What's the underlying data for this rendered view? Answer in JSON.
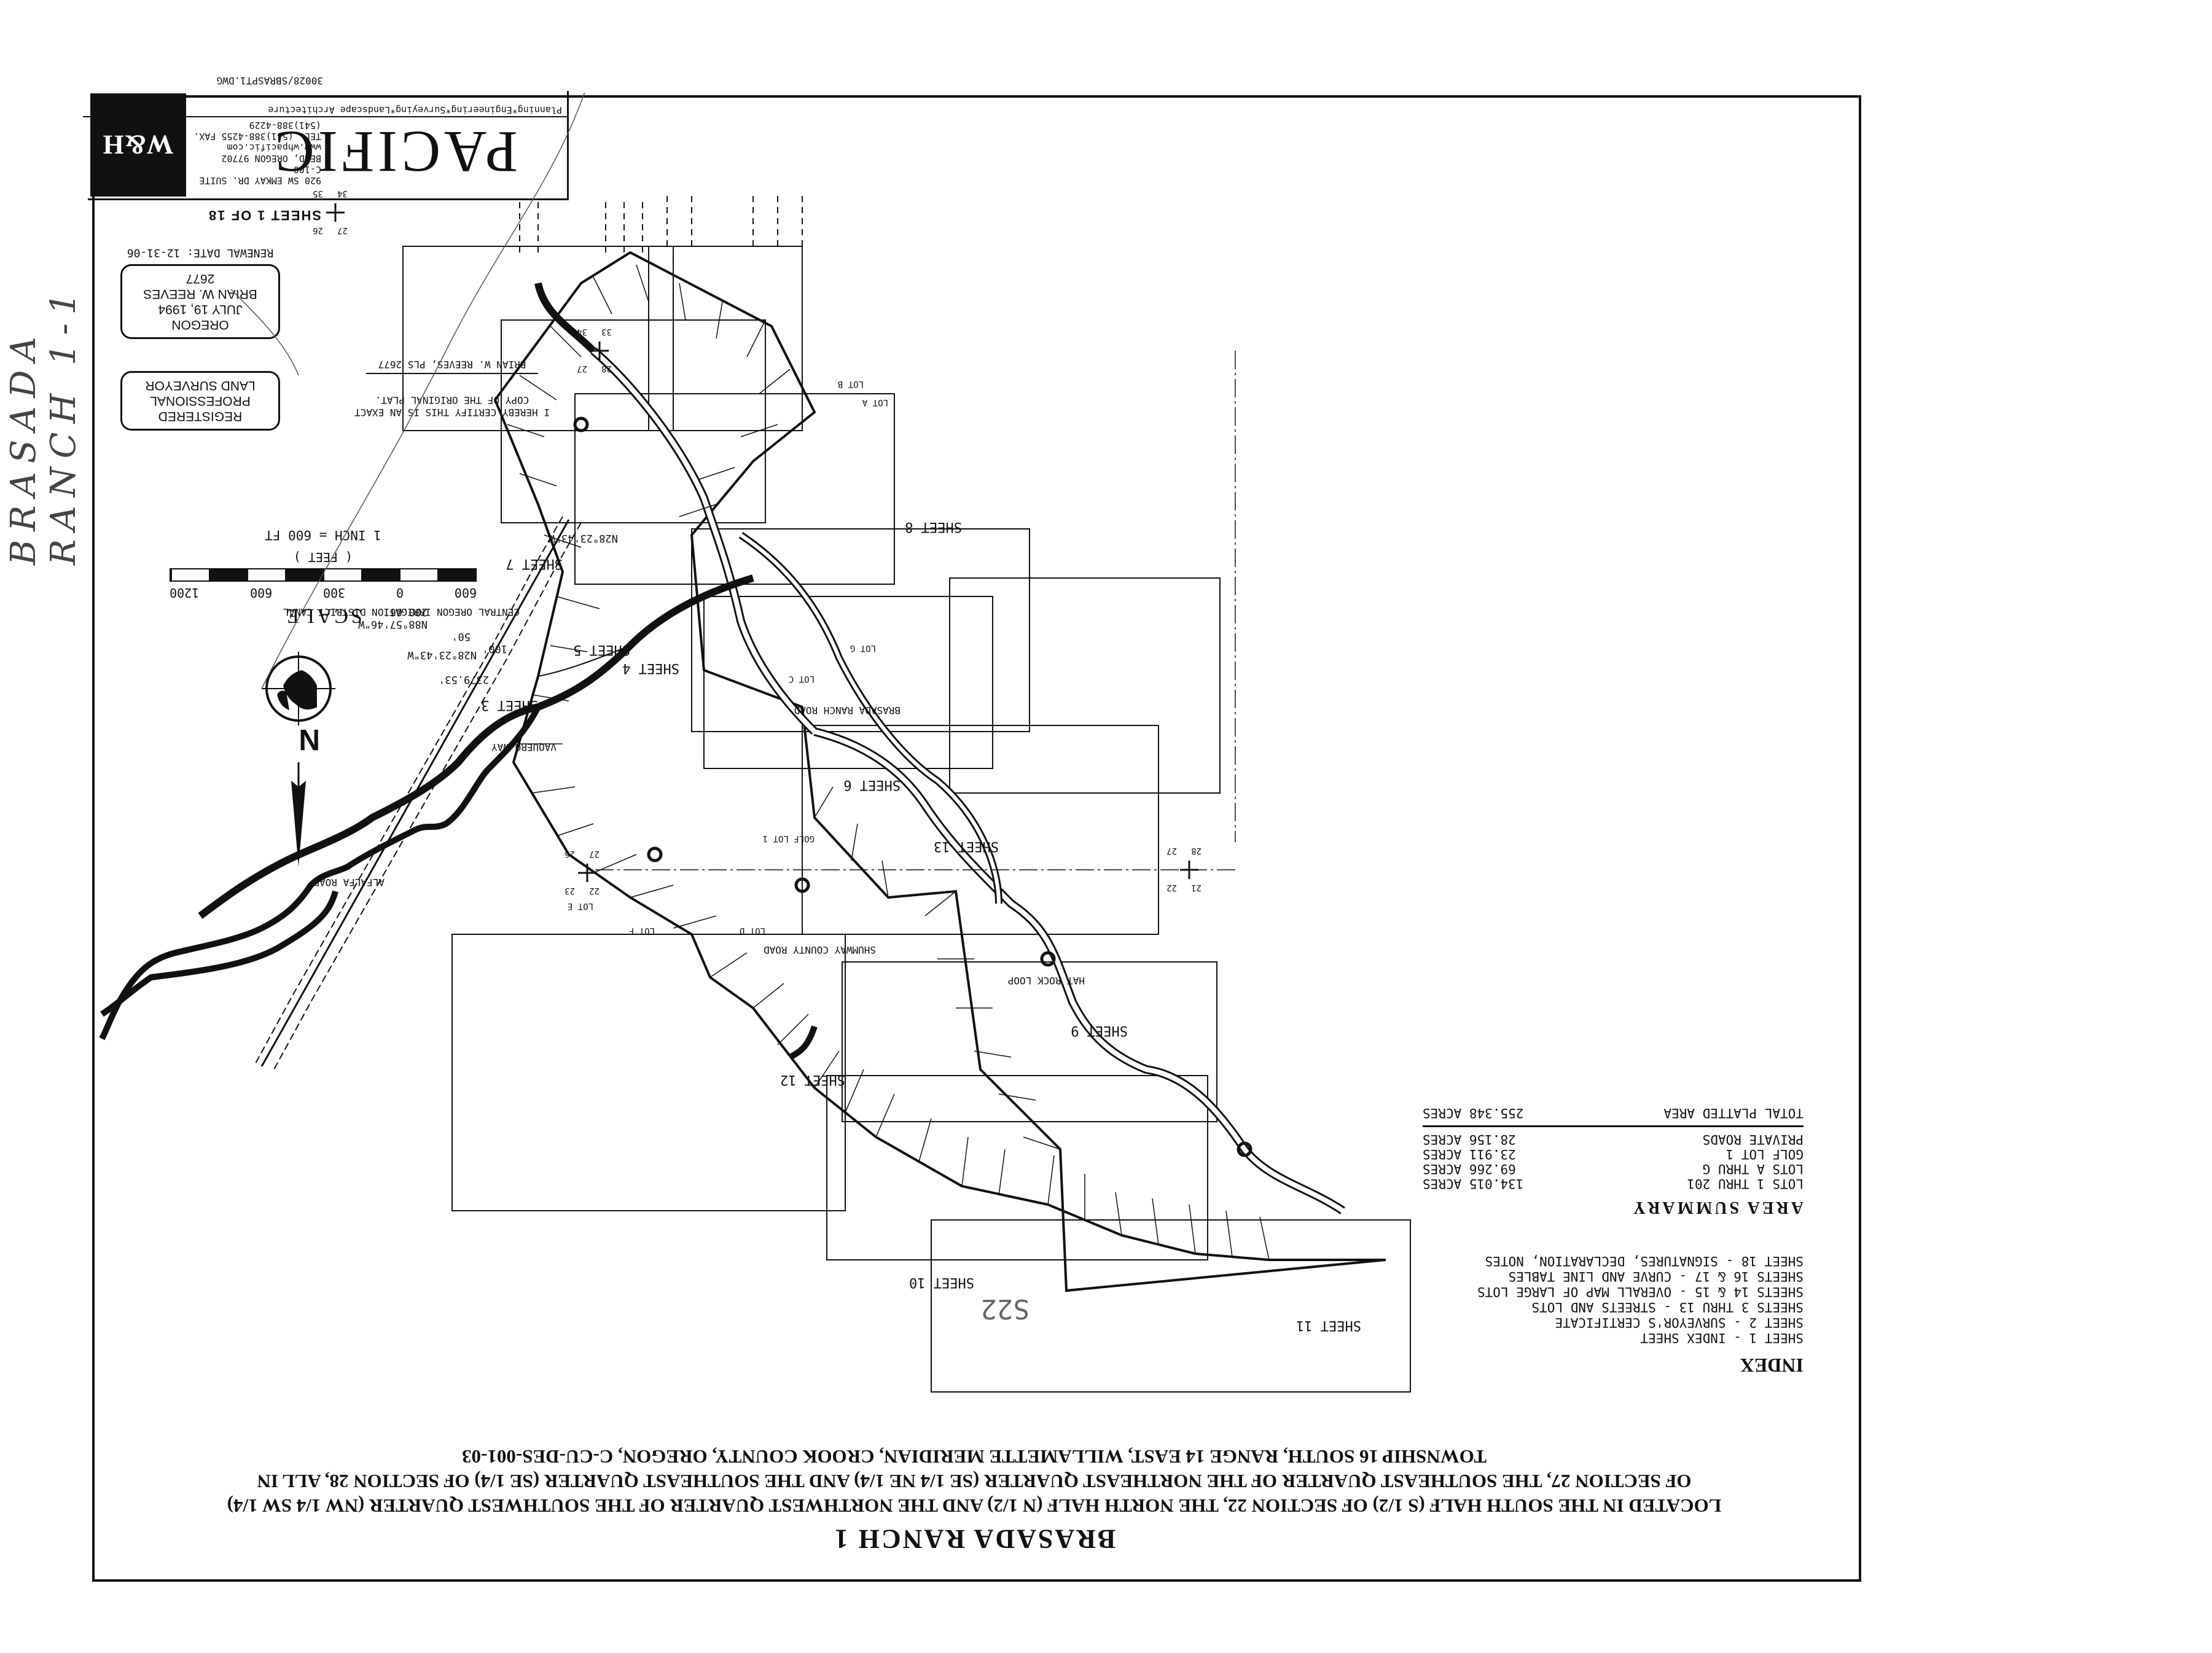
{
  "margin_note": "BRASADA RANCH 1-1",
  "title": "BRASADA RANCH 1",
  "description_lines": [
    "LOCATED IN THE SOUTH HALF (S 1/2) OF SECTION 22, THE NORTH HALF (N 1/2) AND THE NORTHWEST QUARTER OF THE SOUTHWEST QUARTER (NW 1/4 SW 1/4)",
    "OF SECTION 27, THE SOUTHEAST QUARTER OF THE NORTHEAST QUARTER (SE 1/4 NE 1/4) AND THE SOUTHEAST QUARTER (SE 1/4) OF SECTION 28, ALL IN",
    "TOWNSHIP 16 SOUTH, RANGE 14 EAST, WILLAMETTE MERIDIAN, CROOK COUNTY, OREGON, C-CU-DES-001-03"
  ],
  "index": {
    "title": "INDEX",
    "lines": [
      "SHEET 1 - INDEX SHEET",
      "SHEET 2 - SURVEYOR'S CERTIFICATE",
      "SHEETS 3 THRU 13 - STREETS AND LOTS",
      "SHEETS 14 & 15 - OVERALL MAP OF LARGE LOTS",
      "SHEETS 16 & 17 - CURVE AND LINE TABLES",
      "SHEET 18 - SIGNATURES, DECLARATION, NOTES"
    ]
  },
  "area_summary": {
    "title": "AREA SUMMARY",
    "rows": [
      {
        "label": "LOTS 1 THRU 201",
        "value": "134.015 ACRES"
      },
      {
        "label": "LOTS A THRU G",
        "value": "69.266 ACRES"
      },
      {
        "label": "GOLF LOT 1",
        "value": "23.911 ACRES"
      },
      {
        "label": "PRIVATE ROADS",
        "value": "28.156 ACRES"
      }
    ],
    "total_label": "TOTAL PLATTED AREA",
    "total_value": "255.348 ACRES"
  },
  "scale": {
    "title": "SCALE",
    "ticks": [
      "600",
      "0",
      "300",
      "600",
      "1200"
    ],
    "unit": "( FEET )",
    "ratio": "1 INCH = 600 FT"
  },
  "north_label": "N",
  "surveyor_stamp": {
    "top": [
      "REGISTERED",
      "PROFESSIONAL",
      "LAND SURVEYOR"
    ],
    "bottom": [
      "OREGON",
      "JULY 19, 1994",
      "BRIAN W. REEVES",
      "2677"
    ],
    "renewal": "RENEWAL DATE: 12-31-06"
  },
  "certify": {
    "lines": [
      "I HEREBY CERTIFY THIS IS AN EXACT",
      "COPY OF THE ORIGINAL PLAT."
    ],
    "name": "BRIAN W. REEVES, PLS 2677"
  },
  "firm": {
    "sheet": "SHEET 1 OF 18",
    "logo": "W&H",
    "name": "PACIFIC",
    "address": [
      "920 SW EMKAY DR. SUITE C-100",
      "BEND, OREGON 97702",
      "www.whpacific.com",
      "TEL. (541)388-4255  FAX. (541)388-4229"
    ],
    "services": "Planning*Engineering*Surveying*Landscape Architecture"
  },
  "drawing_file": "30028/SBRASPT1.DWG",
  "map_labels": {
    "sheets": [
      "SHEET 3",
      "SHEET 4",
      "SHEET 5",
      "SHEET 6",
      "SHEET 7",
      "SHEET 8",
      "SHEET 9",
      "SHEET 10",
      "SHEET 11",
      "SHEET 12",
      "SHEET 13"
    ],
    "roads": [
      "ALFALFA ROAD",
      "BRASADA RANCH ROAD",
      "VAQUERO WAY",
      "SHUMWAY COUNTY ROAD",
      "HAT ROCK LOOP",
      "CENTRAL OREGON IRRIGATION DISTRICT CANAL"
    ],
    "bearings": [
      "N88°57'46\"W",
      "200.66'",
      "N28°23'43\"W",
      "2379.53'",
      "N28°23'43\"W",
      "100'",
      "50'"
    ],
    "section_corners": [
      [
        "27",
        "26",
        "34",
        "35"
      ],
      [
        "28",
        "27",
        "33",
        "34"
      ],
      [
        "22",
        "23",
        "27",
        "26"
      ],
      [
        "21",
        "22",
        "28",
        "27"
      ]
    ],
    "section_number": "S22",
    "lots": [
      "LOT A",
      "LOT B",
      "LOT C",
      "LOT D",
      "LOT E",
      "LOT F",
      "LOT G",
      "GOLF LOT 1"
    ]
  }
}
